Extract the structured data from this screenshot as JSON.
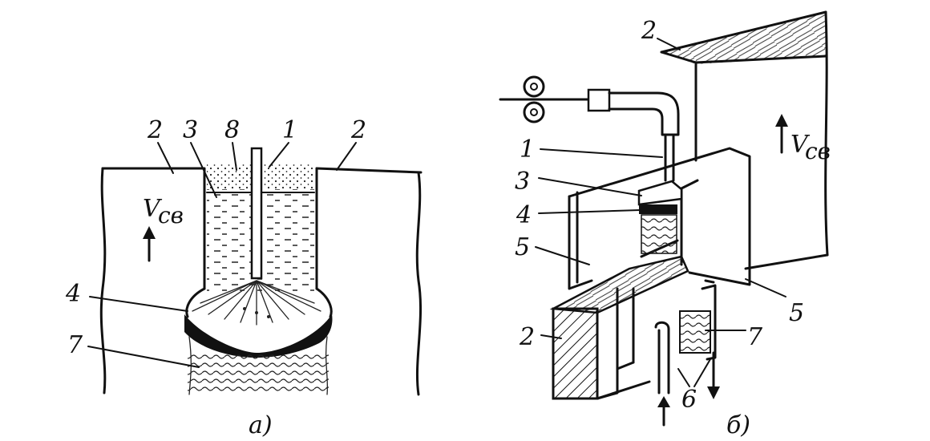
{
  "figure_a": {
    "labels": {
      "plate_left": "2",
      "slag": "3",
      "flux": "8",
      "electrode": "1",
      "plate_right": "2",
      "fusion_line": "4",
      "weld_metal": "7"
    },
    "velocity": {
      "symbol": "V",
      "subscript": "св"
    },
    "caption": "а)"
  },
  "figure_b": {
    "labels": {
      "plate_top": "2",
      "electrode": "1",
      "slag": "3",
      "pool": "4",
      "shoe_left": "5",
      "plate_front": "2",
      "shoe_right": "5",
      "weld_metal": "7",
      "water_pipes": "6"
    },
    "velocity": {
      "symbol": "V",
      "subscript": "св"
    },
    "caption": "б)"
  },
  "colors": {
    "ink": "#111111",
    "background": "#ffffff"
  }
}
